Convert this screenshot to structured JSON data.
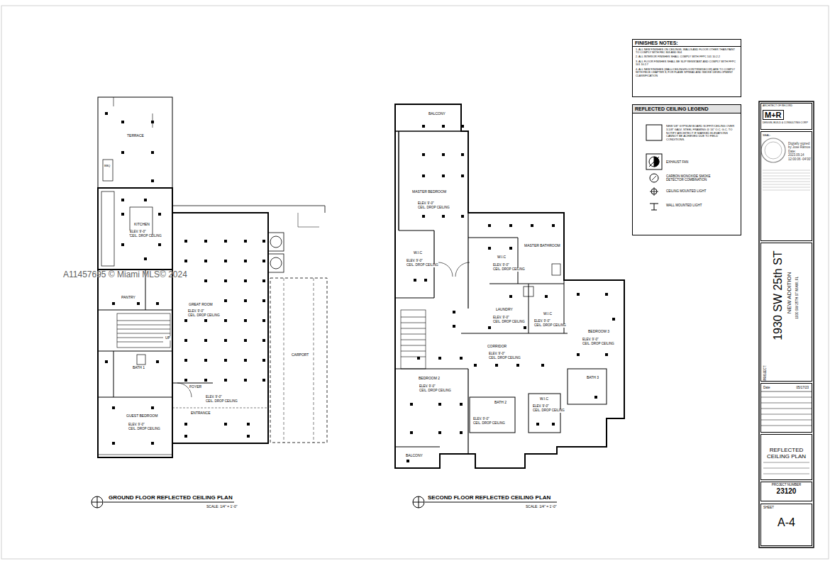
{
  "diagram": {
    "nodes": [
      {
        "text": [
          "FINISHES NOTES:",
          "1. ALL NEW FINISHES ON CEILINGS, WALLS AND FLOOR OTHER THAN PAINT TO COMPLY WITH FBC 803 AND 804",
          "2. ALL INTERIOR FINISHES SHALL COMPLY WITH FFPC 101 10.2.2",
          "3. ALL FLOOR FINISHES SHALL BE SLIP RESISTANT AND COMPLY WITH FFPC 101 10.2.7",
          "4. ALL NEW FINISHES (WALL/CEILING/FLOOR/TRIM/DECOR) ARE TO COMPLY WITH FBCB CHAPTER 8, FOR FLAME SPREAD AND SMOKE DEVELOPMENT CLASSIFICATION"
        ]
      },
      {
        "text": [
          "REFLECTED CEILING LEGEND"
        ]
      },
      {
        "text": [
          "ARCHITECT OF RECORD",
          "M+R",
          "DESIGN, BUILD & CONSULTING CORP"
        ]
      },
      {
        "text": [
          "SEAL:",
          "Digitally signed by Jose Ramos Date: 2023.09.14 12:00:06 -04'00'"
        ]
      },
      {
        "text": [
          "PROJECT:",
          "1930 SW 25th ST",
          "NEW ADDITION",
          "1930 SW 25TH ST MIAMI, FL"
        ]
      },
      {
        "text": [
          "Date",
          "05/17/23"
        ]
      },
      {
        "text": [
          "REFLECTED CEILING PLAN"
        ]
      },
      {
        "text": [
          "PROJECT NUMBER",
          "23120"
        ]
      },
      {
        "text": [
          "SHEET",
          "A-4"
        ]
      }
    ],
    "labels": [
      "TERRACE",
      "BBQ",
      "KITCHEN",
      "ELEV. 9'-0\"",
      "CEIL. DROP CEILING",
      "PANTRY",
      "GREAT ROOM",
      "ELEV. 9'-0\"",
      "CEIL. DROP CEILING",
      "UP",
      "BATH 1",
      "FOYER",
      "ELEV. 9'-0\"",
      "CEIL. DROP CEILING",
      "ENTRANCE",
      "GUEST BEDROOM",
      "ELEV. 9'-0\"",
      "CEIL. DROP CEILING",
      "CARPORT",
      "BALCONY",
      "MASTER BEDROOM",
      "ELEV. 9'-0\"",
      "CEIL. DROP CEILING",
      "W.I.C",
      "ELEV. 9'-0\"",
      "CEIL. DROP CEILING",
      "MASTER BATHROOM",
      "W.I.C",
      "ELEV. 9'-0\"",
      "CEIL. DROP CEILING",
      "LAUNDRY",
      "ELEV. 9'-0\"",
      "CEIL. DROP CEILING",
      "W.I.C",
      "ELEV. 9'-0\"",
      "CEIL. DROP CEILING",
      "BEDROOM 3",
      "ELEV. 9'-0\"",
      "CEIL. DROP CEILING",
      "CORRIDOR",
      "ELEV. 9'-0\"",
      "CEIL. DROP CEILING",
      "BEDROOM 2",
      "ELEV. 9'-0\"",
      "CEIL. DROP CEILING",
      "BATH 3",
      "BATH 2",
      "W.I.C",
      "ELEV. 9'-0\"",
      "CEIL. DROP CEILING",
      "ELEV. 9'-0\"",
      "CEIL. DROP CEILING",
      "BALCONY",
      "A11457695 © Miami MLS© 2024",
      "GROUND FLOOR  REFLECTED CEILING PLAN",
      "SCALE: 1/4\" = 1'-0\"",
      "SECOND FLOOR  REFLECTED CEILING PLAN",
      "SCALE: 1/4\" = 1'-0\""
    ],
    "legend": [
      {
        "text": "NEW 5/8\" GYPSUM BOARD SOFFIT/CEILING OVER 3-5/8\" GALV. STEEL FRAMING @ 16\" O.C. G.C. TO NOTIFY ARCHITECT IF MARKED ELEVATIONS CANNOT BE ACHIEVED DUE TO FIELD CONDITIONS."
      },
      {
        "text": "EXHAUST FAN"
      },
      {
        "text": "CARBON MONOXIDE SMOKE DETECTOR COMBINATION"
      },
      {
        "text": "CEILING MOUNTED LIGHT"
      },
      {
        "text": "WALL MOUNTED LIGHT"
      }
    ]
  }
}
